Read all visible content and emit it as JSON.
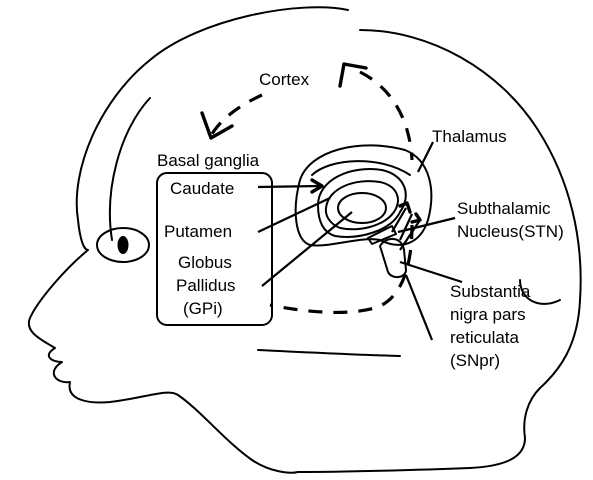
{
  "labels": {
    "cortex": "Cortex",
    "basal_ganglia": "Basal ganglia",
    "caudate": "Caudate",
    "putamen": "Putamen",
    "globus_pallidus": [
      "Globus",
      "Pallidus",
      "(GPi)"
    ],
    "thalamus": "Thalamus",
    "subthalamic_nucleus": [
      "Subthalamic",
      "Nucleus(STN)"
    ],
    "substantia_nigra": [
      "Substantia",
      "nigra pars",
      "reticulata",
      "(SNpr)"
    ]
  },
  "colors": {
    "line": "#000000",
    "background": "#ffffff",
    "thalamus_fill": "#ffffff",
    "caudate_fill": "#a6a6a6",
    "putamen_fill": "#d3d3d3",
    "globus_pallidus_fill": "#e6e6e6",
    "stn_fill": "#bfbfbf",
    "snpr_fill": "#9b9b9b"
  }
}
